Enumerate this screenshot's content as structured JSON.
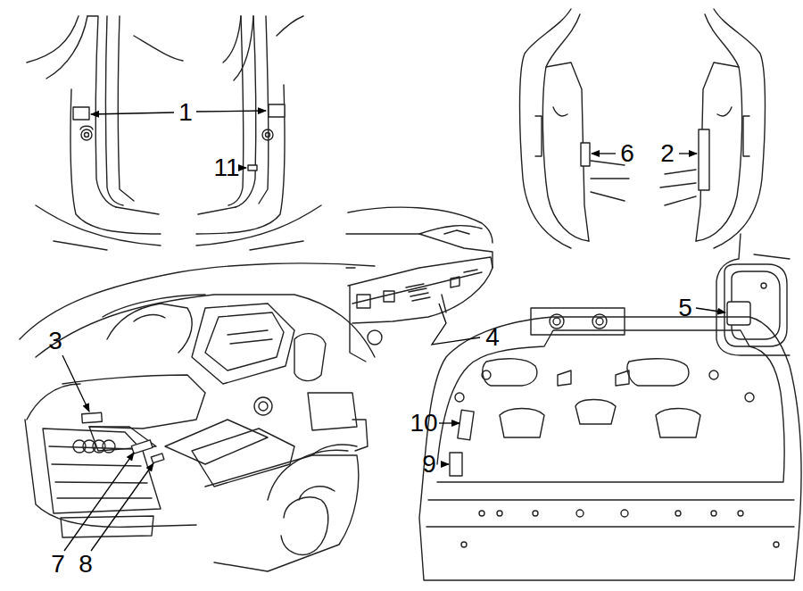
{
  "diagram": {
    "labels": [
      "1",
      "11",
      "6",
      "2",
      "5",
      "4",
      "3",
      "10",
      "9",
      "7",
      "8"
    ]
  }
}
